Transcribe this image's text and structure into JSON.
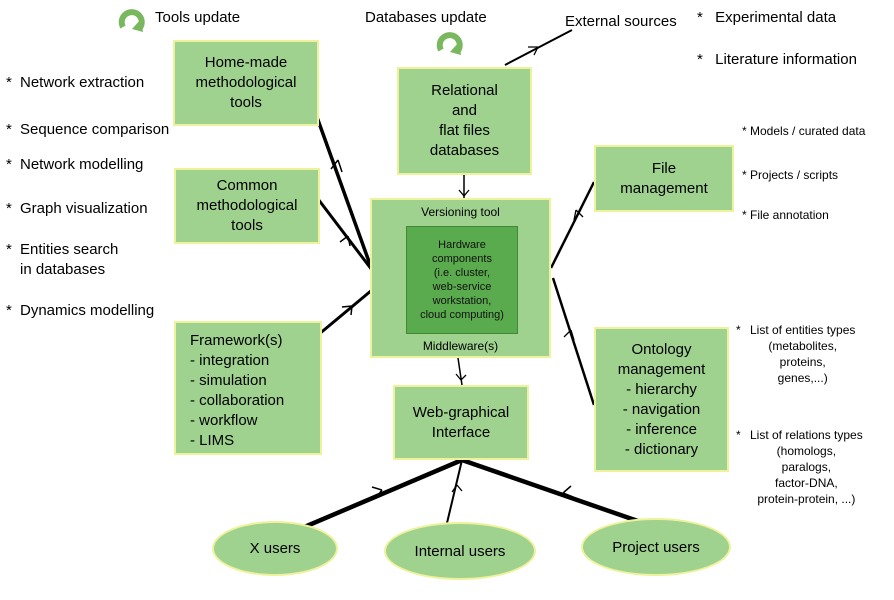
{
  "headers": {
    "tools_update": "Tools update",
    "databases_update": "Databases update",
    "external_sources": "External sources"
  },
  "boxes": {
    "home_made": "Home-made\nmethodological\ntools",
    "common": "Common\nmethodological\ntools",
    "framework": "Framework(s)\n- integration\n- simulation\n- collaboration\n- workflow\n- LIMS",
    "relational": "Relational\nand\nflat files\ndatabases",
    "versioning_tool": "Versioning tool",
    "hardware": "Hardware\ncomponents\n(i.e. cluster,\nweb-service\nworkstation,\ncloud computing)",
    "middleware": "Middleware(s)",
    "web_graphical": "Web-graphical\nInterface",
    "file_management": "File\nmanagement",
    "ontology": "Ontology\nmanagement\n- hierarchy\n- navigation\n- inference\n- dictionary"
  },
  "users": {
    "x_users": "X  users",
    "internal_users": "Internal users",
    "project_users": "Project users"
  },
  "left_bullets": [
    "Network extraction",
    "Sequence comparison",
    "Network modelling",
    "Graph visualization",
    "Entities search\nin databases",
    "Dynamics modelling"
  ],
  "external_bullets": [
    "Experimental data",
    "Literature information"
  ],
  "file_bullets": [
    "Models / curated data",
    "Projects / scripts",
    "File annotation"
  ],
  "ontology_bullets": [
    "List of entities types\n(metabolites,\nproteins,\ngenes,...)",
    "List of relations types\n(homologs,\nparalogs,\nfactor-DNA,\nprotein-protein, ...)"
  ],
  "bullet_symbol": "*",
  "colors": {
    "box_fill": "#9fd18f",
    "box_border": "#eef29a",
    "hardware_fill": "#5aab4d",
    "cycle_icon": "#7ab85f",
    "line": "#000000"
  },
  "icons": [
    "cycle-arrow-icon"
  ]
}
